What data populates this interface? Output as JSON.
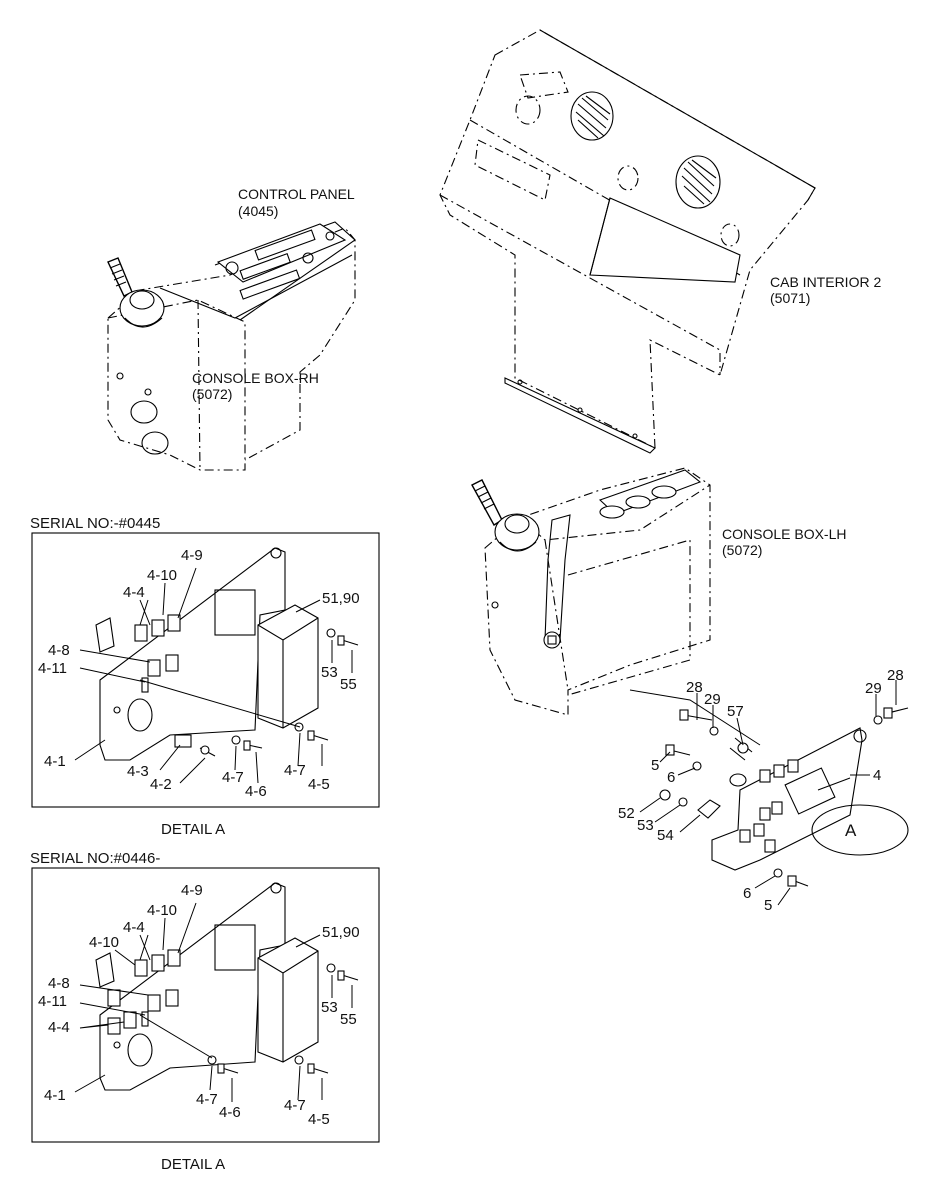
{
  "assemblies": {
    "control_panel": {
      "name": "CONTROL PANEL",
      "code": "(4045)"
    },
    "console_rh": {
      "name": "CONSOLE BOX-RH",
      "code": "(5072)"
    },
    "cab_interior": {
      "name": "CAB INTERIOR 2",
      "code": "(5071)"
    },
    "console_lh": {
      "name": "CONSOLE BOX-LH",
      "code": "(5072)"
    }
  },
  "detail_marker": "A",
  "main_callouts": {
    "c28a": "28",
    "c29a": "29",
    "c57": "57",
    "c29b": "29",
    "c28b": "28",
    "c5a": "5",
    "c6a": "6",
    "c4": "4",
    "c52": "52",
    "c53": "53",
    "c54": "54",
    "c6b": "6",
    "c5b": "5"
  },
  "detail1": {
    "serial": "SERIAL NO:-#0445",
    "caption": "DETAIL  A",
    "callouts": {
      "c4_9": "4-9",
      "c4_10": "4-10",
      "c4_4": "4-4",
      "c51_90": "51,90",
      "c4_8": "4-8",
      "c4_11": "4-11",
      "c53": "53",
      "c55": "55",
      "c4_1": "4-1",
      "c4_3": "4-3",
      "c4_2": "4-2",
      "c4_7a": "4-7",
      "c4_6": "4-6",
      "c4_7b": "4-7",
      "c4_5": "4-5"
    }
  },
  "detail2": {
    "serial": "SERIAL NO:#0446-",
    "caption": "DETAIL  A",
    "callouts": {
      "c4_9": "4-9",
      "c4_10a": "4-10",
      "c4_4a": "4-4",
      "c4_10b": "4-10",
      "c51_90": "51,90",
      "c4_8": "4-8",
      "c4_11": "4-11",
      "c53": "53",
      "c55": "55",
      "c4_4b": "4-4",
      "c4_1": "4-1",
      "c4_7a": "4-7",
      "c4_6": "4-6",
      "c4_7b": "4-7",
      "c4_5": "4-5"
    }
  }
}
